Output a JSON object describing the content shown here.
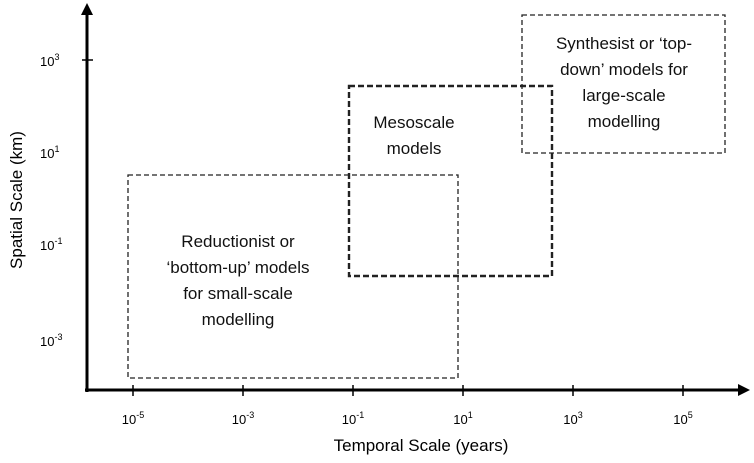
{
  "axes": {
    "x_label": "Temporal Scale (years)",
    "y_label": "Spatial Scale (km)",
    "x_ticks": [
      {
        "base": "10",
        "exp": "-5"
      },
      {
        "base": "10",
        "exp": "-3"
      },
      {
        "base": "10",
        "exp": "-1"
      },
      {
        "base": "10",
        "exp": "1"
      },
      {
        "base": "10",
        "exp": "3"
      },
      {
        "base": "10",
        "exp": "5"
      }
    ],
    "y_ticks": [
      {
        "base": "10",
        "exp": "3"
      },
      {
        "base": "10",
        "exp": "1"
      },
      {
        "base": "10",
        "exp": "-1"
      },
      {
        "base": "10",
        "exp": "-3"
      }
    ]
  },
  "boxes": [
    {
      "id": "reductionist",
      "lines": [
        "Reductionist or",
        "‘bottom-up’ models",
        "for small-scale",
        "modelling"
      ]
    },
    {
      "id": "mesoscale",
      "lines": [
        "Mesoscale",
        "models"
      ]
    },
    {
      "id": "synthesist",
      "lines": [
        "Synthesist or ‘top-",
        "down’ models for",
        "large-scale",
        "modelling"
      ]
    }
  ]
}
